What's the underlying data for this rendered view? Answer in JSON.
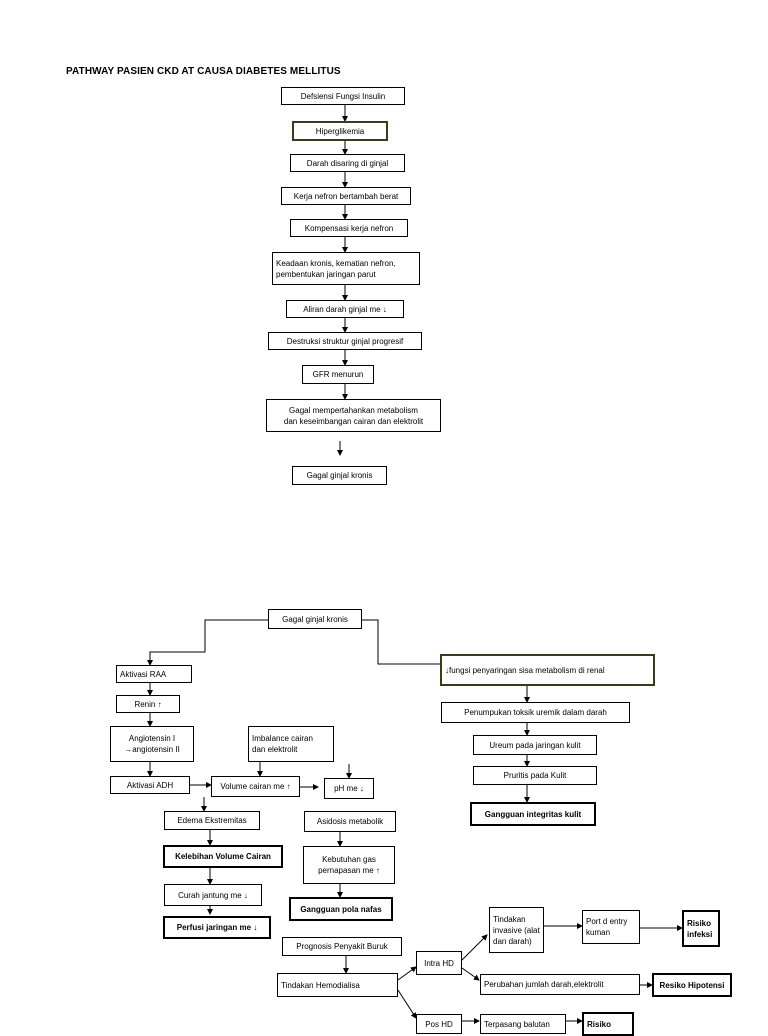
{
  "title": "PATHWAY PASIEN CKD AT CAUSA DIABETES MELLITUS",
  "top_flow": [
    "Defsiensi Fungsi Insulin",
    "Hiperglikemia",
    "Darah disaring di ginjal",
    "Kerja nefron bertambah berat",
    "Kompensasi kerja nefron",
    "Keadaan kronis, kematian nefron,\npembentukan jaringan parut",
    "Aliran darah ginjal me ↓",
    "Destruksi struktur ginjal progresif",
    "GFR menurun",
    "Gagal mempertahankan metabolism\ndan keseimbangan cairan dan elektrolit",
    "Gagal ginjal kronis"
  ],
  "bottom": {
    "root": "Gagal ginjal kronis",
    "raa": "Aktivasi RAA",
    "renin": "Renin ↑",
    "angio": "Angiotensin I\n→angiotensin II",
    "adh": "Aktivasi ADH",
    "imbalance": "Imbalance cairan\ndan  elektrolit",
    "volume": "Volume cairan me ↑",
    "ph": "pH me ↓",
    "edema": "Edema Ekstremitas",
    "kelebihan": "Kelebihan Volume Cairan",
    "curah": "Curah jantung me ↓",
    "perfusi": "Perfusi jaringan me ↓",
    "asidosis": "Asidosis metabolik",
    "kebutuhan": "Kebutuhan gas\npernapasan me ↑",
    "pola": "Gangguan pola nafas",
    "fungsi": "↓fungsi penyaringan sisa metabolism di renal",
    "penumpukan": "Penumpukan toksik uremik dalam darah",
    "ureum": "Ureum pada jaringan kulit",
    "pruritis": "Pruritis pada Kulit",
    "integritas": "Gangguan integritas kulit",
    "prognosis": "Prognosis Penyakit Buruk",
    "hemodialisa": "Tindakan Hemodialisa",
    "intra": "Intra HD",
    "pos": "Pos HD",
    "invasive": "Tindakan\ninvasive (alat\ndan darah)",
    "port": "Port d entry\nkuman",
    "infeksi": "Risiko\ninfeksi",
    "perubahan": "Perubahan jumlah darah,elektrolit",
    "hipotensi": "Resiko Hipotensi",
    "balutan": "Terpasang balutan",
    "risiko_bawah": "Risiko"
  }
}
